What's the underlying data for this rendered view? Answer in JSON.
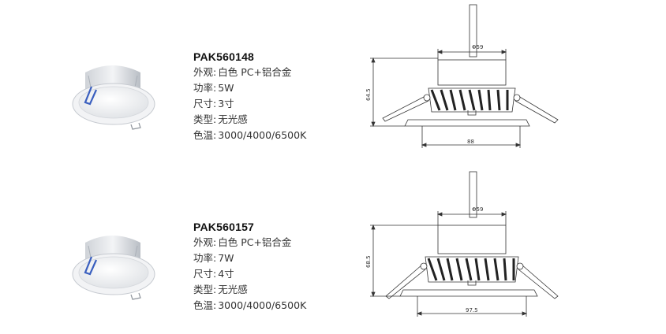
{
  "products": [
    {
      "model": "PAK560148",
      "specs": [
        {
          "label": "外观:",
          "value": "白色 PC+铝合金"
        },
        {
          "label": "功率:",
          "value": "5W"
        },
        {
          "label": "尺寸:",
          "value": "3寸"
        },
        {
          "label": "类型:",
          "value": "无光感"
        },
        {
          "label": "色温:",
          "value": "3000/4000/6500K"
        }
      ],
      "drawing": {
        "top_diameter": "Φ59",
        "height": "64.5",
        "width": "88"
      }
    },
    {
      "model": "PAK560157",
      "specs": [
        {
          "label": "外观:",
          "value": "白色 PC+铝合金"
        },
        {
          "label": "功率:",
          "value": "7W"
        },
        {
          "label": "尺寸:",
          "value": "4寸"
        },
        {
          "label": "类型:",
          "value": "无光感"
        },
        {
          "label": "色温:",
          "value": "3000/4000/6500K"
        }
      ],
      "drawing": {
        "top_diameter": "Φ59",
        "height": "68.5",
        "width": "97.5"
      }
    }
  ],
  "colors": {
    "accent_blue": "#3a5fbf",
    "line": "#333333",
    "fin_dark": "#222222"
  },
  "icons": [
    "downlight-photo",
    "technical-drawing"
  ]
}
